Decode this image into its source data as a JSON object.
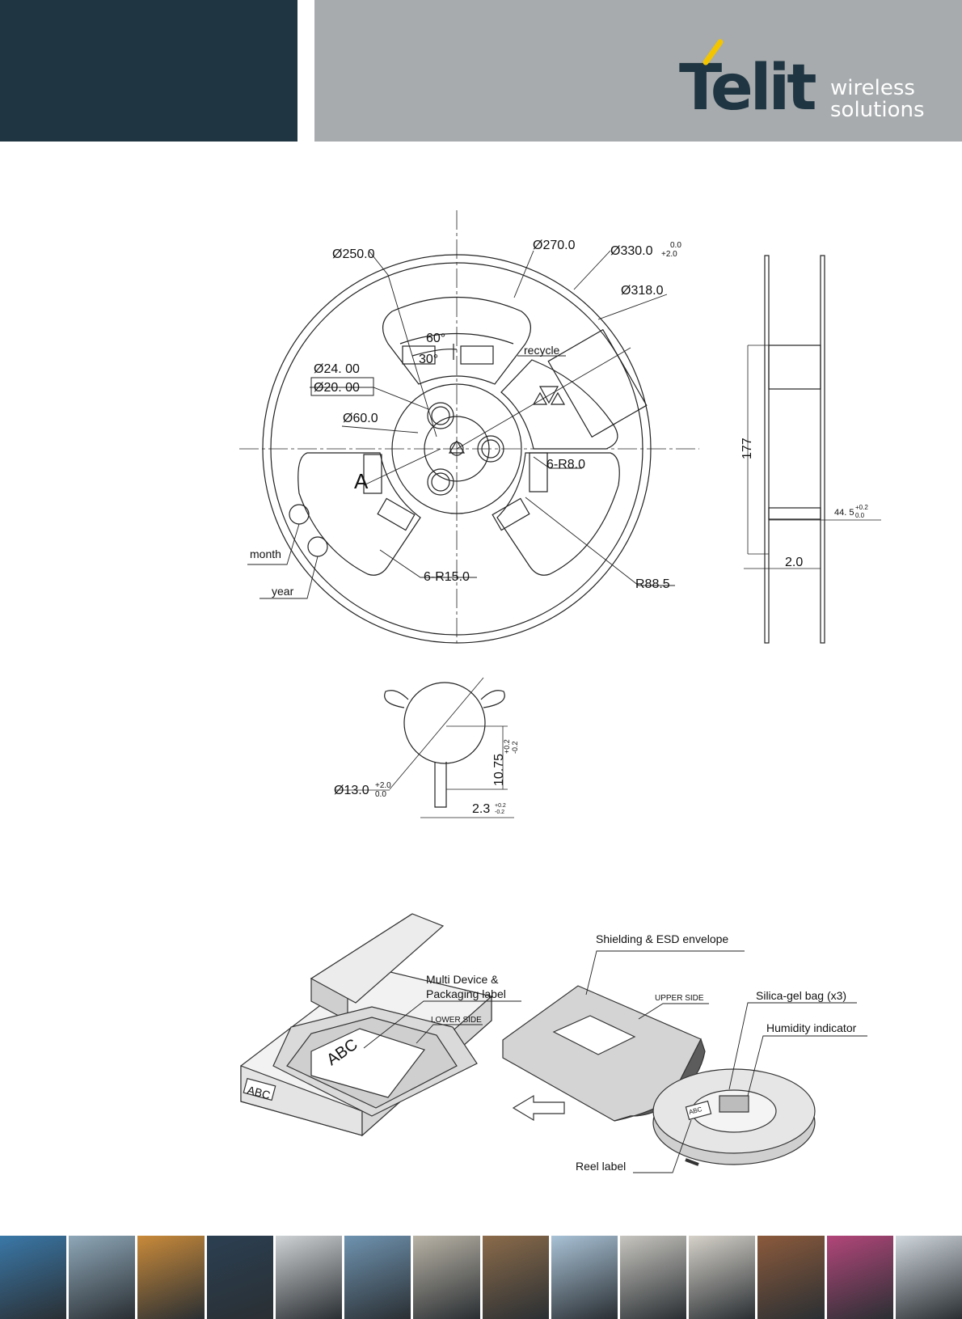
{
  "header": {
    "brand": "Telit",
    "tagline_line1": "wireless",
    "tagline_line2": "solutions",
    "accent": "#f2c500"
  },
  "reel_front": {
    "d250": "Ø250.0",
    "d270": "Ø270.0",
    "d330": "Ø330.0",
    "d330_tol_up": "0.0",
    "d330_tol_dn": "+2.0",
    "d318": "Ø318.0",
    "angle60": "60°",
    "angle30": "30°",
    "recycle": "recycle",
    "d24": "Ø24. 00",
    "d20": "Ø20. 00",
    "d60": "Ø60.0",
    "r8": "6-R8.0",
    "view_a": "A",
    "r15": "6-R15.0",
    "r88": "R88.5",
    "month": "month",
    "year": "year"
  },
  "reel_side": {
    "h177": "177",
    "w44": "44. 5",
    "w44_tol_up": "+0.2",
    "w44_tol_dn": "0.0",
    "t2": "2.0"
  },
  "hub_detail": {
    "d13": "Ø13.0",
    "d13_tol_up": "+2.0",
    "d13_tol_dn": "0.0",
    "h1075": "10.75",
    "h1075_tol_up": "+0.2",
    "h1075_tol_dn": "-0.2",
    "w23": "2.3",
    "w23_tol_up": "+0.2",
    "w23_tol_dn": "-0.2"
  },
  "packaging": {
    "shield": "Shielding & ESD envelope",
    "label_l1": "Multi Device &",
    "label_l2": "Packaging label",
    "upper_side": "UPPER SIDE",
    "lower_side": "LOWER SIDE",
    "silica": "Silica-gel bag (x3)",
    "humidity": "Humidity indicator",
    "reel_label": "Reel label",
    "abc": "ABC"
  },
  "footer_colors": [
    "#3a78a8",
    "#8ea7b8",
    "#c98a3a",
    "#2b3f52",
    "#cfd2d4",
    "#6f93b0",
    "#b9b3a6",
    "#8b6b4a",
    "#a9c2d6",
    "#c7c5bf",
    "#d6d2ca",
    "#8b5a3c",
    "#b2467a",
    "#cfd6dc"
  ]
}
